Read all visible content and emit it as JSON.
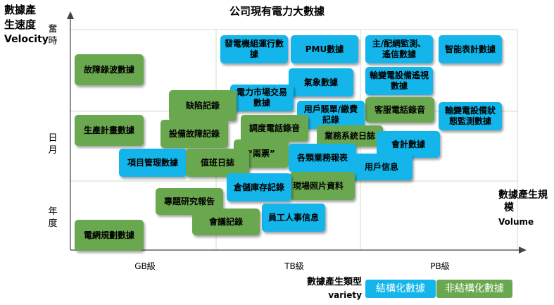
{
  "title": "公司現有電力大數據",
  "y_axis": {
    "title_line1": "數據產",
    "title_line2": "生速度",
    "title_en": "Velocity",
    "ticks": [
      "奮時",
      "日月",
      "年度"
    ]
  },
  "x_axis": {
    "title_line1": "數據產生規",
    "title_line2": "模",
    "title_en": "Volume",
    "ticks": [
      "GB級",
      "TB級",
      "PB級"
    ]
  },
  "variety": {
    "title": "數據產生類型",
    "title_en": "variety",
    "structured_label": "結構化數據",
    "unstructured_label": "非結構化數據"
  },
  "colors": {
    "structured": "#13b5ea",
    "unstructured": "#6aa84f",
    "grid": "#c8e0c0"
  },
  "items": [
    {
      "text": "故障錄波數據",
      "type": "unstructured"
    },
    {
      "text": "生產計畫數據",
      "type": "unstructured"
    },
    {
      "text": "電網規劃數據",
      "type": "unstructured"
    },
    {
      "text": "缺陷記錄",
      "type": "unstructured"
    },
    {
      "text": "設備故障記錄",
      "type": "unstructured"
    },
    {
      "text": "項目管理數據",
      "type": "structured"
    },
    {
      "text": "值班日誌",
      "type": "unstructured"
    },
    {
      "text": "專題研究報告",
      "type": "unstructured"
    },
    {
      "text": "會議記錄",
      "type": "unstructured"
    },
    {
      "text": "發電機組運行數據",
      "type": "structured"
    },
    {
      "text": "PMU數據",
      "type": "structured"
    },
    {
      "text": "電力市場交易數據",
      "type": "structured"
    },
    {
      "text": "氣象數據",
      "type": "structured"
    },
    {
      "text": "調度電話錄音",
      "type": "unstructured"
    },
    {
      "text": "“兩票”",
      "type": "unstructured"
    },
    {
      "text": "用戶賬單/繳費記錄",
      "type": "structured"
    },
    {
      "text": "業務系統日誌",
      "type": "unstructured"
    },
    {
      "text": "各類業務報表",
      "type": "structured"
    },
    {
      "text": "倉儲庫存記錄",
      "type": "structured"
    },
    {
      "text": "現場照片資料",
      "type": "unstructured"
    },
    {
      "text": "員工人事信息",
      "type": "structured"
    },
    {
      "text": "主/配網監測、遙信數據",
      "type": "structured"
    },
    {
      "text": "智能表計數據",
      "type": "structured"
    },
    {
      "text": "輸變電設備遙視數據",
      "type": "structured"
    },
    {
      "text": "客服電話錄音",
      "type": "unstructured"
    },
    {
      "text": "輸變電設備狀態監測數據",
      "type": "structured"
    },
    {
      "text": "會計數據",
      "type": "structured"
    },
    {
      "text": "用戶信息",
      "type": "structured"
    }
  ]
}
